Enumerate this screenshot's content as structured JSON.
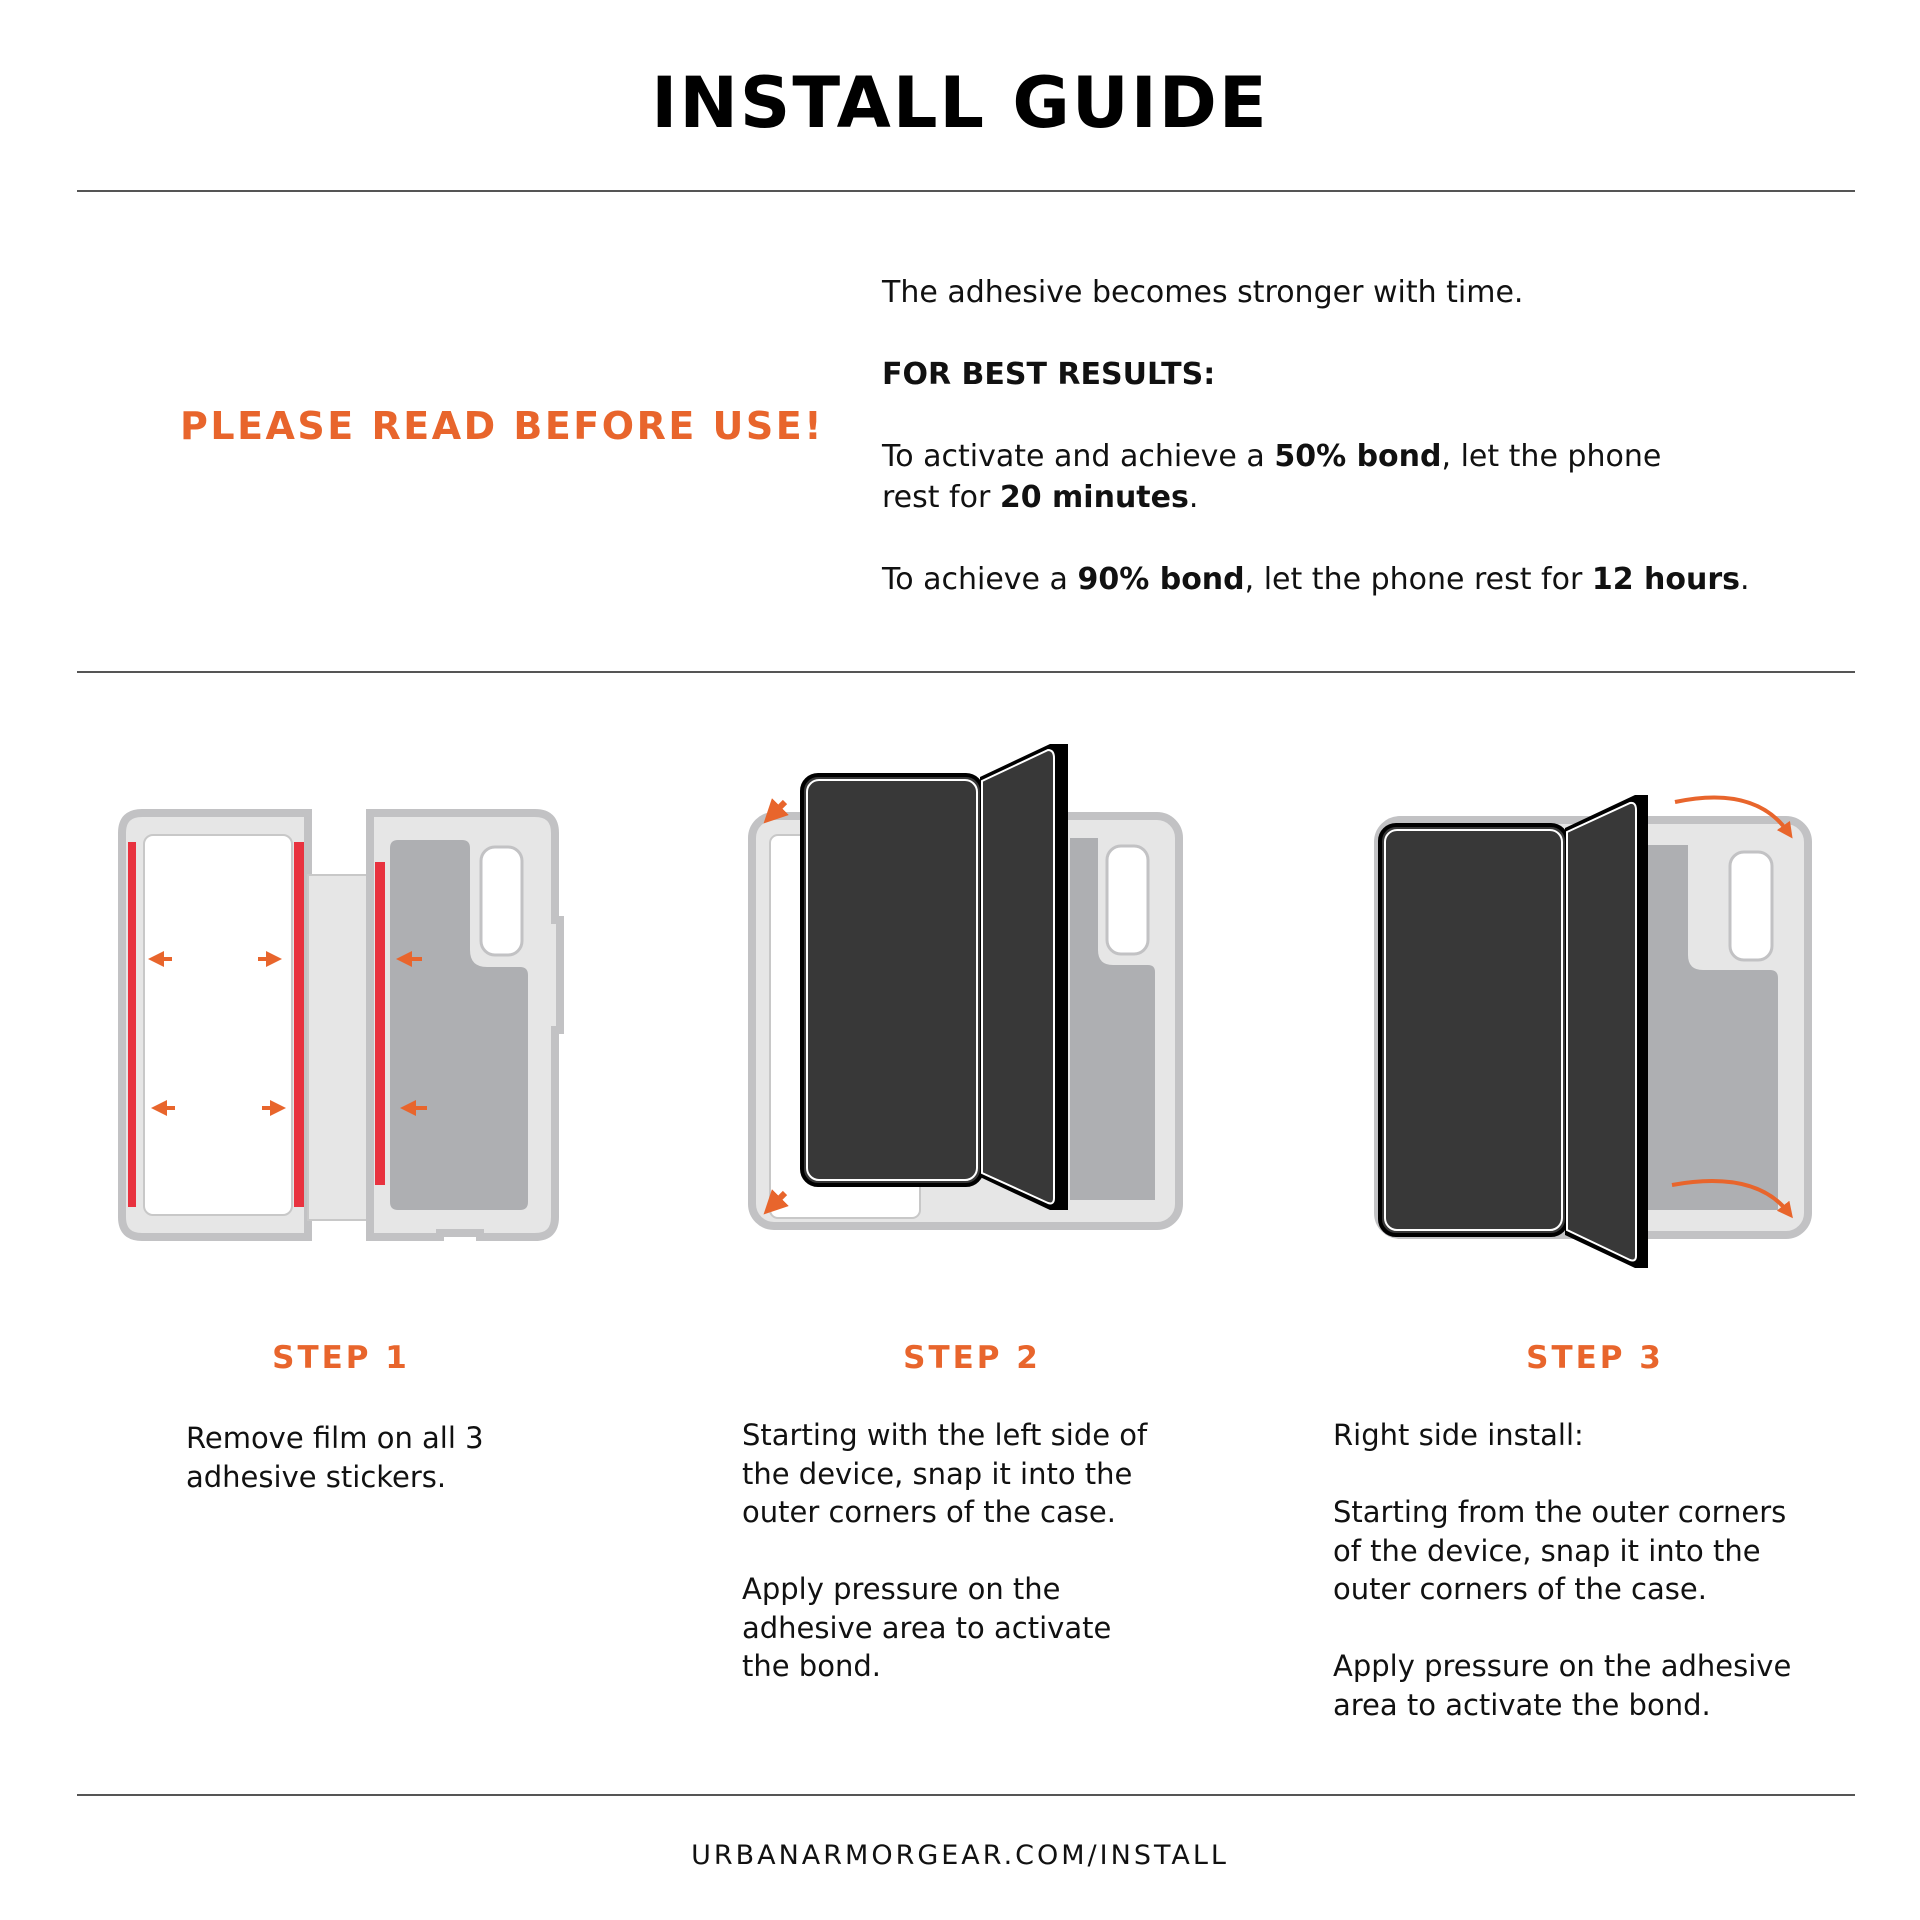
{
  "title": "INSTALL GUIDE",
  "warning": "PLEASE READ BEFORE USE!",
  "info": {
    "line1": "The adhesive becomes stronger with time.",
    "heading": "FOR BEST RESULTS:",
    "p2_a": "To activate and achieve a ",
    "p2_b": "50% bond",
    "p2_c": ", let the phone",
    "p2_d": "rest for ",
    "p2_e": "20 minutes",
    "p2_f": ".",
    "p3_a": "To achieve a ",
    "p3_b": "90% bond",
    "p3_c": ", let the phone rest for ",
    "p3_d": "12 hours",
    "p3_e": "."
  },
  "steps": [
    {
      "label": "STEP 1",
      "paragraphs": [
        [
          "Remove film on all 3",
          "adhesive stickers."
        ]
      ]
    },
    {
      "label": "STEP 2",
      "paragraphs": [
        [
          "Starting with the left side of",
          "the device, snap it into the",
          "outer corners of the case."
        ],
        [
          "Apply pressure on the",
          "adhesive area to activate",
          "the bond."
        ]
      ]
    },
    {
      "label": "STEP 3",
      "paragraphs": [
        [
          "Right side install:"
        ],
        [
          "Starting from the outer corners",
          "of the device, snap it into the",
          "outer corners of the case."
        ],
        [
          "Apply pressure on the adhesive",
          "area to activate the bond."
        ]
      ]
    }
  ],
  "footer": "URBANARMORGEAR.COM/INSTALL",
  "colors": {
    "accent": "#e8652c",
    "adhesive": "#e8323f",
    "case_border": "#c2c2c4",
    "case_fill": "#e6e6e6",
    "case_inner": "#aeafb2",
    "device": "#383838"
  }
}
